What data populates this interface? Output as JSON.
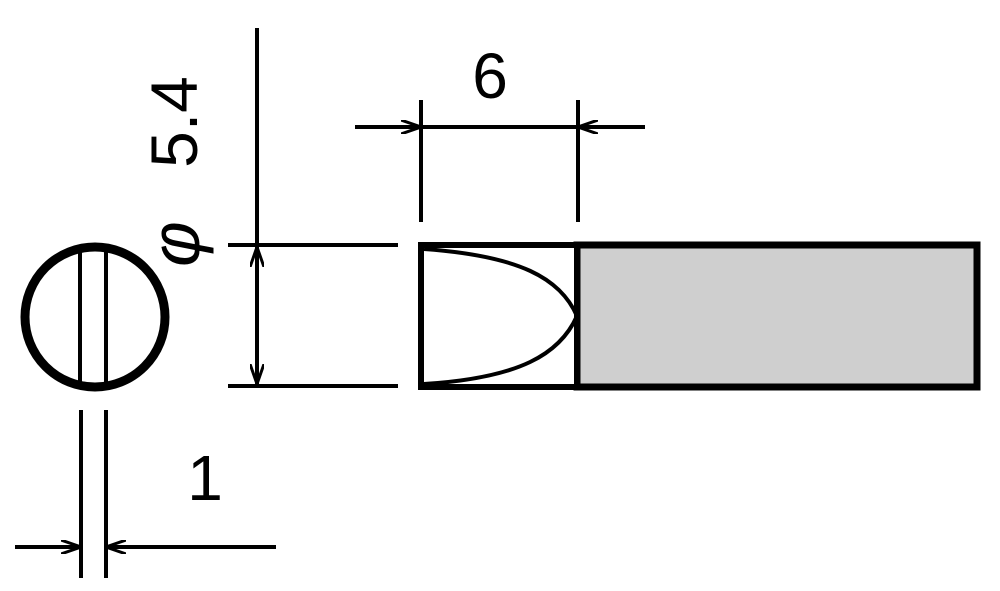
{
  "dimensions": {
    "diameter_symbol": "φ",
    "diameter_value": "5.4",
    "length_value": "6",
    "slot_width_value": "1"
  },
  "colors": {
    "line": "#000000",
    "shaft_fill": "#cfcfcf",
    "background": "#ffffff"
  }
}
